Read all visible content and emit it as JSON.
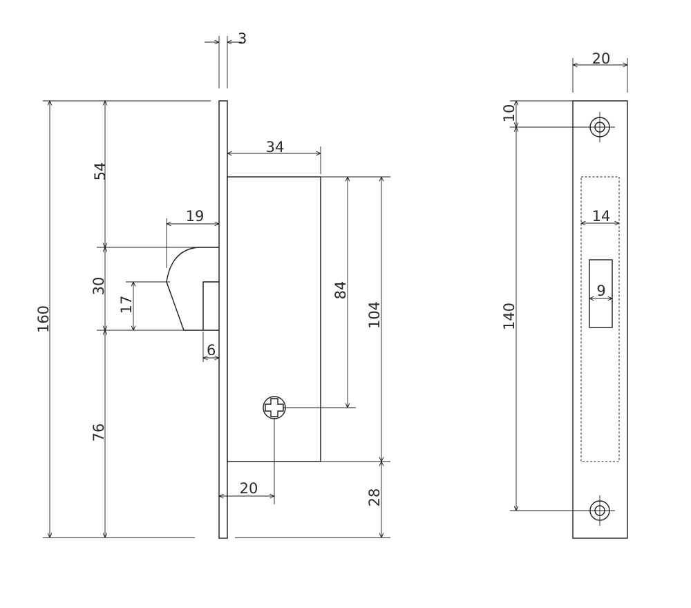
{
  "dimensions": {
    "side_view": {
      "faceplate_thickness": "3",
      "overall_height": "160",
      "top_to_latch": "54",
      "latch_height": "30",
      "latch_bevel": "17",
      "bottom_from_latch": "76",
      "latch_projection": "19",
      "latch_offset": "6",
      "case_depth": "34",
      "case_height": "104",
      "spindle_to_top": "84",
      "backset": "20",
      "case_to_bottom": "28"
    },
    "front_view": {
      "faceplate_width": "20",
      "screw_offset": "10",
      "screw_spacing": "140",
      "latch_opening_width": "14",
      "latch_tongue_width": "9"
    }
  },
  "colors": {
    "line": "#1a1a1a",
    "text": "#2a2a2a",
    "background": "#ffffff"
  }
}
